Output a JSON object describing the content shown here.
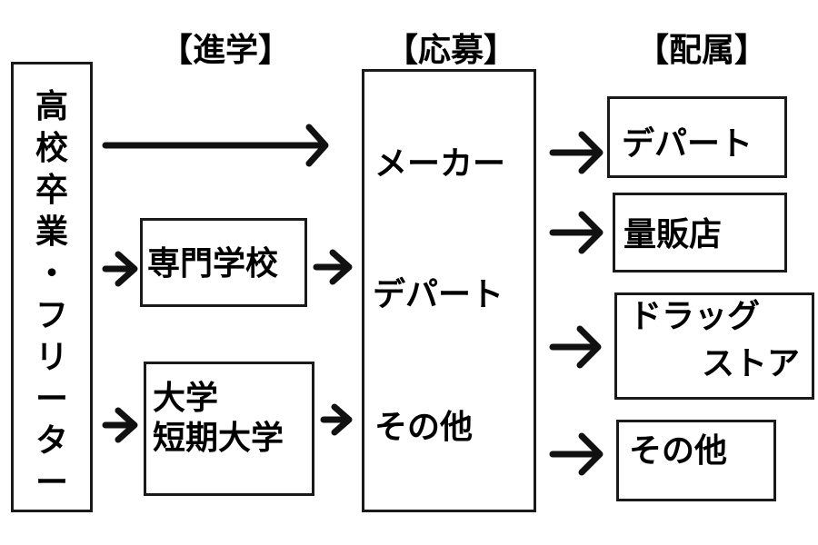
{
  "headers": {
    "shingaku": "【進学】",
    "oubo": "【応募】",
    "haizoku": "【配属】"
  },
  "source": {
    "chars": [
      "高",
      "校",
      "卒",
      "業",
      "・",
      "フ",
      "リ",
      "ー",
      "タ",
      "ー"
    ]
  },
  "education": {
    "vocational": "専門学校",
    "university_line1": "大学",
    "university_line2": "短期大学"
  },
  "application": {
    "maker": "メーカー",
    "department": "デパート",
    "other": "その他"
  },
  "assignment": {
    "department": "デパート",
    "mass_retail": "量販店",
    "drugstore_line1": "ドラッグ",
    "drugstore_line2": "ストア",
    "other": "その他"
  }
}
